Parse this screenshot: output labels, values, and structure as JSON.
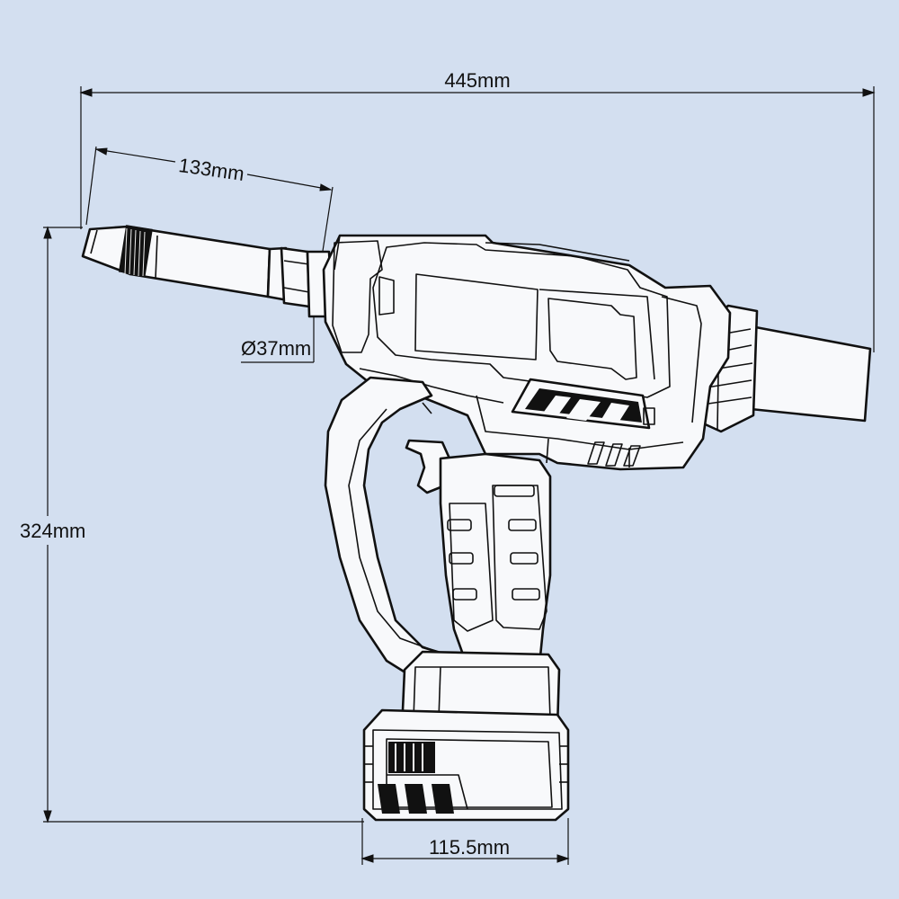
{
  "dimensions": {
    "overall_length": "445mm",
    "nozzle_length": "133mm",
    "barrel_diameter": "Ø37mm",
    "overall_height": "324mm",
    "battery_width": "115.5mm"
  },
  "colors": {
    "background": "#d3dff0",
    "line": "#111111",
    "fill": "#f8f9fb"
  }
}
